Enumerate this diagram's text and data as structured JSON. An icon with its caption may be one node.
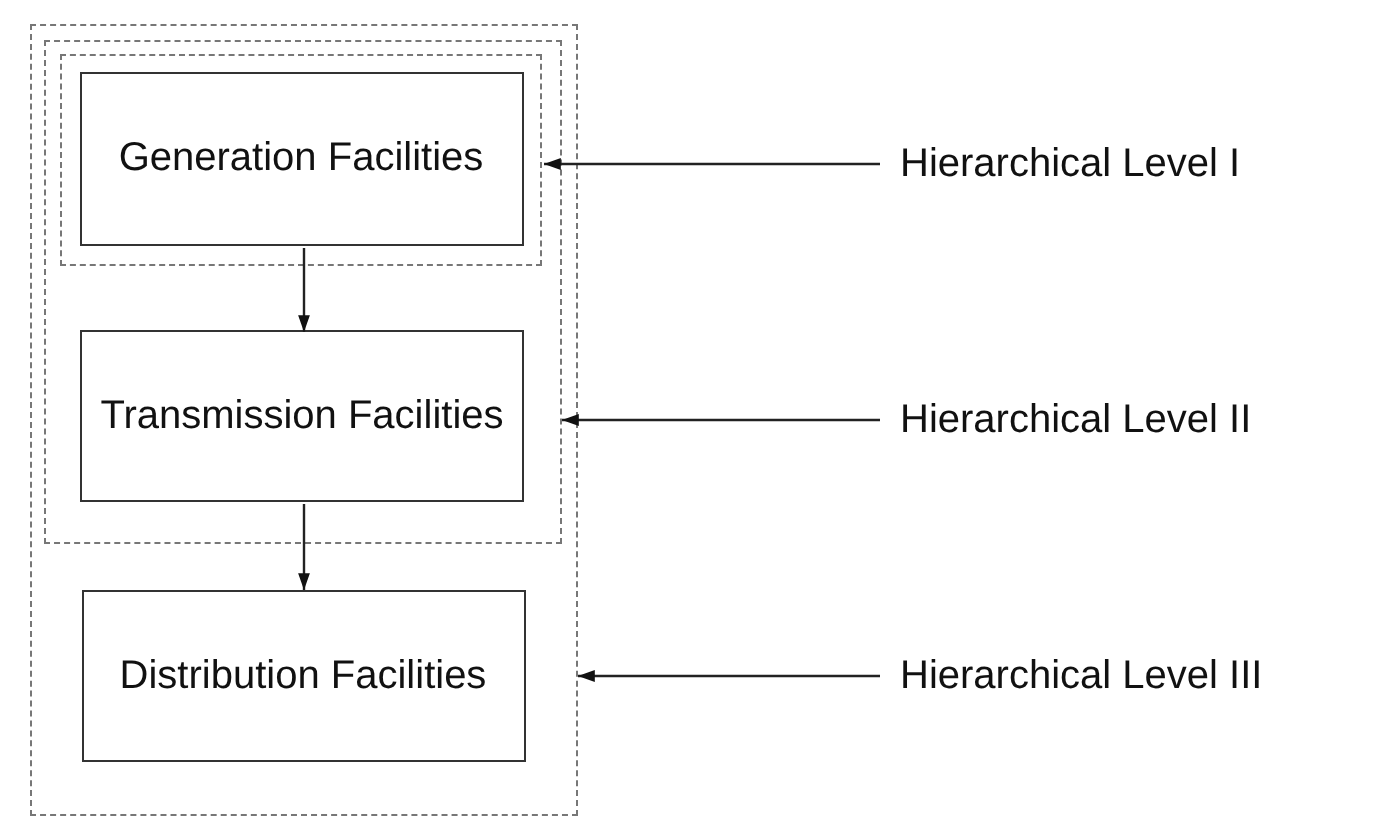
{
  "diagram": {
    "nodes": [
      {
        "text": [],
        "shape": "box"
      },
      {
        "text": [],
        "shape": "box",
        "in": 0
      },
      {
        "text": [],
        "shape": "box",
        "in": 1
      },
      {
        "text": [
          "Generation Facilities"
        ],
        "in": 2
      },
      {
        "text": [
          "Transmission Facilities"
        ],
        "in": 1
      },
      {
        "text": [
          "Distribution Facilities"
        ],
        "in": 0
      },
      {
        "text": [
          "Hierarchical Level I"
        ]
      },
      {
        "text": [
          "Hierarchical Level II"
        ]
      },
      {
        "text": [
          "Hierarchical Level III"
        ]
      }
    ],
    "edges": [
      {
        "from": 3,
        "to": 4,
        "arrow": "to"
      },
      {
        "from": 4,
        "to": 5,
        "arrow": "to"
      },
      {
        "from": 6,
        "to": 2,
        "arrow": "to"
      },
      {
        "from": 7,
        "to": 1,
        "arrow": "to"
      },
      {
        "from": 8,
        "to": 0,
        "arrow": "to"
      }
    ]
  }
}
